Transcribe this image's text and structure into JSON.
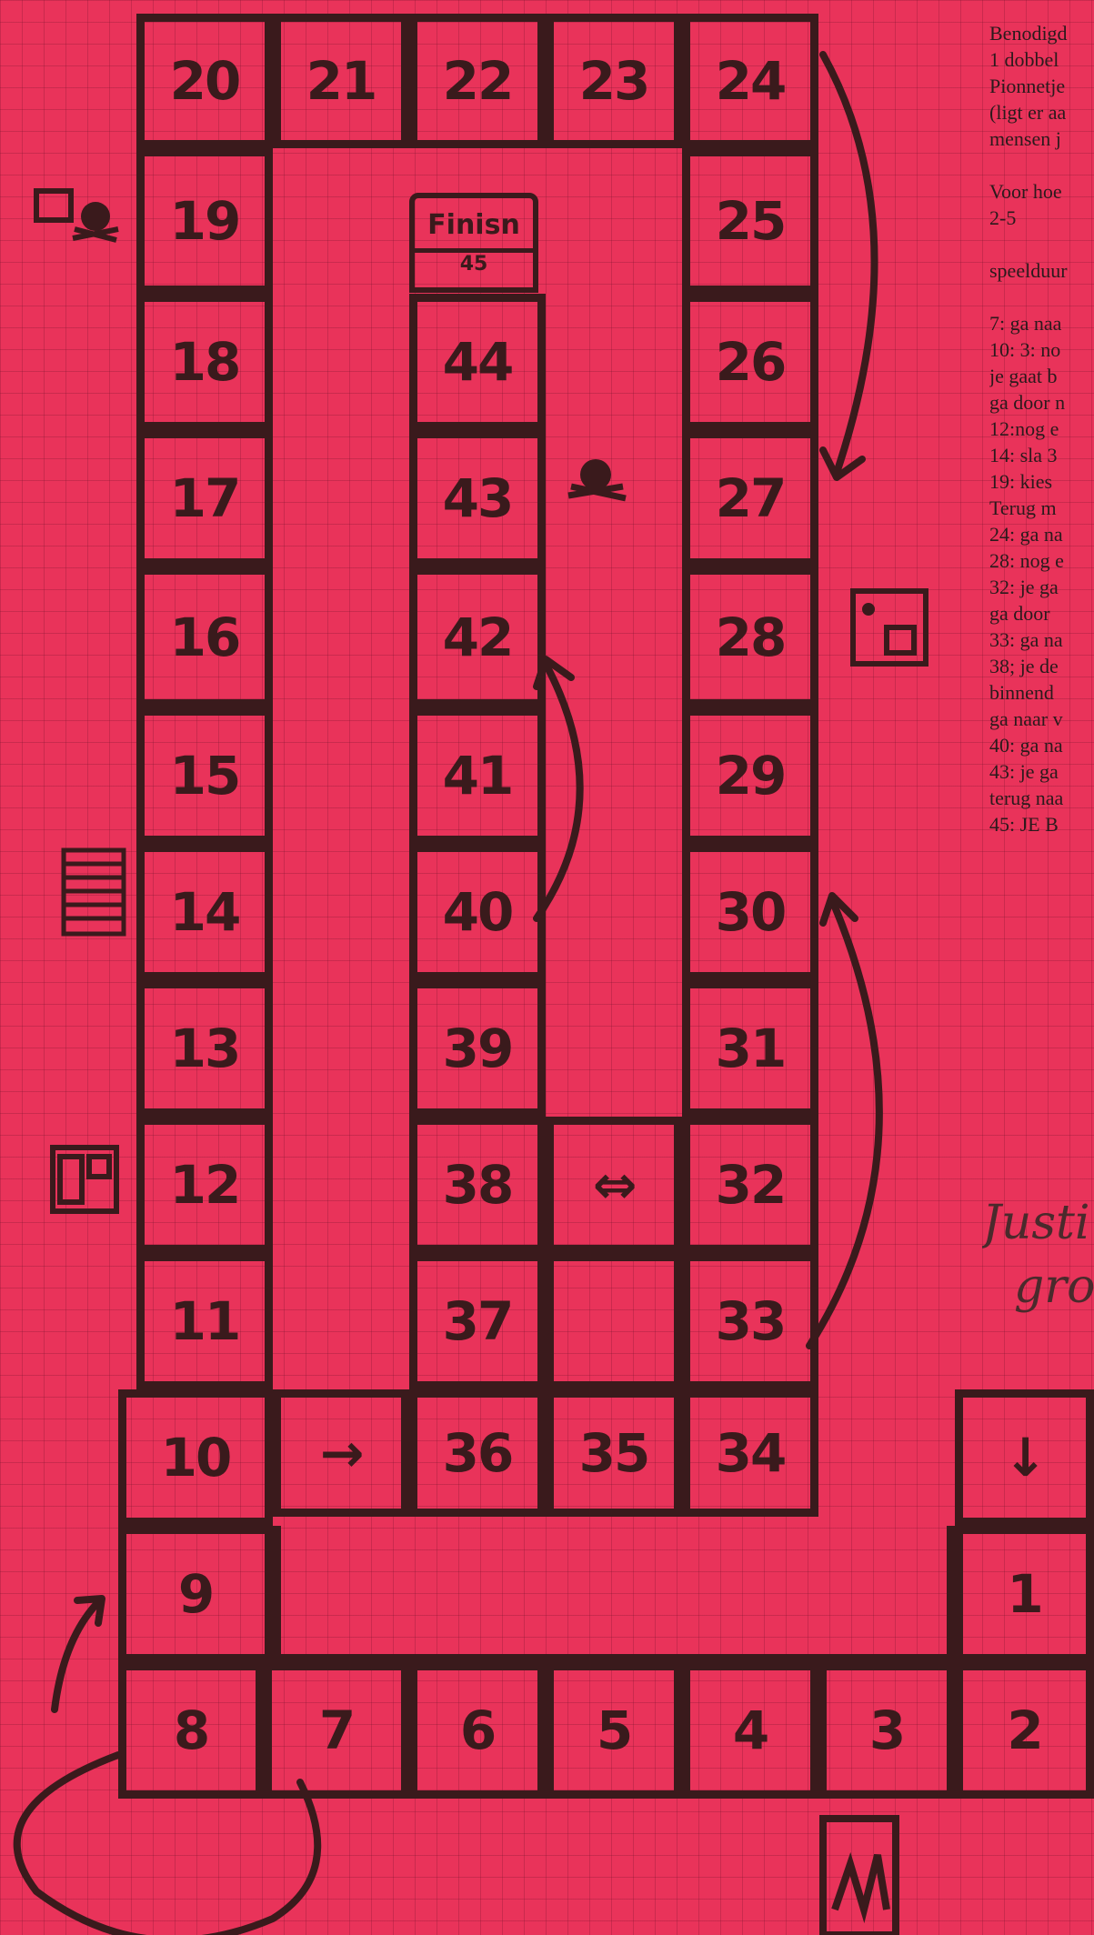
{
  "board": {
    "cells": [
      {
        "id": "cell-1",
        "label": "1"
      },
      {
        "id": "cell-2",
        "label": "2"
      },
      {
        "id": "cell-3",
        "label": "3"
      },
      {
        "id": "cell-4",
        "label": "4"
      },
      {
        "id": "cell-5",
        "label": "5"
      },
      {
        "id": "cell-6",
        "label": "6"
      },
      {
        "id": "cell-7",
        "label": "7"
      },
      {
        "id": "cell-8",
        "label": "8"
      },
      {
        "id": "cell-9",
        "label": "9"
      },
      {
        "id": "cell-10",
        "label": "10"
      },
      {
        "id": "cell-11",
        "label": "11"
      },
      {
        "id": "cell-12",
        "label": "12"
      },
      {
        "id": "cell-13",
        "label": "13"
      },
      {
        "id": "cell-14",
        "label": "14"
      },
      {
        "id": "cell-15",
        "label": "15"
      },
      {
        "id": "cell-16",
        "label": "16"
      },
      {
        "id": "cell-17",
        "label": "17"
      },
      {
        "id": "cell-18",
        "label": "18"
      },
      {
        "id": "cell-19",
        "label": "19"
      },
      {
        "id": "cell-20",
        "label": "20"
      },
      {
        "id": "cell-21",
        "label": "21"
      },
      {
        "id": "cell-22",
        "label": "22"
      },
      {
        "id": "cell-23",
        "label": "23"
      },
      {
        "id": "cell-24",
        "label": "24"
      },
      {
        "id": "cell-25",
        "label": "25"
      },
      {
        "id": "cell-26",
        "label": "26"
      },
      {
        "id": "cell-27",
        "label": "27"
      },
      {
        "id": "cell-28",
        "label": "28"
      },
      {
        "id": "cell-29",
        "label": "29"
      },
      {
        "id": "cell-30",
        "label": "30"
      },
      {
        "id": "cell-31",
        "label": "31"
      },
      {
        "id": "cell-32",
        "label": "32"
      },
      {
        "id": "cell-33",
        "label": "33"
      },
      {
        "id": "cell-34",
        "label": "34"
      },
      {
        "id": "cell-35",
        "label": "35"
      },
      {
        "id": "cell-36",
        "label": "36"
      },
      {
        "id": "cell-37",
        "label": "37"
      },
      {
        "id": "cell-38",
        "label": "38"
      },
      {
        "id": "cell-39",
        "label": "39"
      },
      {
        "id": "cell-40",
        "label": "40"
      },
      {
        "id": "cell-41",
        "label": "41"
      },
      {
        "id": "cell-42",
        "label": "42"
      },
      {
        "id": "cell-43",
        "label": "43"
      },
      {
        "id": "cell-44",
        "label": "44"
      },
      {
        "id": "cell-start-arrow",
        "label": "↓"
      },
      {
        "id": "cell-arrow-right",
        "label": "→"
      },
      {
        "id": "cell-arrow-both",
        "label": "⇔"
      },
      {
        "id": "cell-blank-1",
        "label": ""
      },
      {
        "id": "cell-blank-2",
        "label": ""
      }
    ],
    "finish": {
      "label": "Finisn",
      "number": "45"
    }
  },
  "notes": {
    "lines": [
      "Benodigd",
      "1 dobbel",
      "Pionnetje",
      "(ligt er aa",
      "mensen j",
      "",
      "Voor hoe",
      "2-5",
      "",
      "speelduur",
      "",
      "7: ga naa",
      "10: 3: no",
      "je gaat b",
      "ga door n",
      "12:nog e",
      "14: sla 3",
      "19: kies",
      "Terug m",
      "24: ga na",
      "28: nog e",
      "32: je ga",
      "ga door",
      "33: ga na",
      "38; je de",
      "binnend",
      "ga naar v",
      "40: ga na",
      "43: je ga",
      "terug naa",
      "45: JE B"
    ],
    "handwritten": [
      "Justi",
      "grot"
    ]
  },
  "colors": {
    "paper": "#e9335a",
    "ink": "#3a1a1c"
  },
  "icons": [
    "skull-icon",
    "skull-icon",
    "dice-icon",
    "ladder-icon",
    "door-icon",
    "jail-icon"
  ]
}
